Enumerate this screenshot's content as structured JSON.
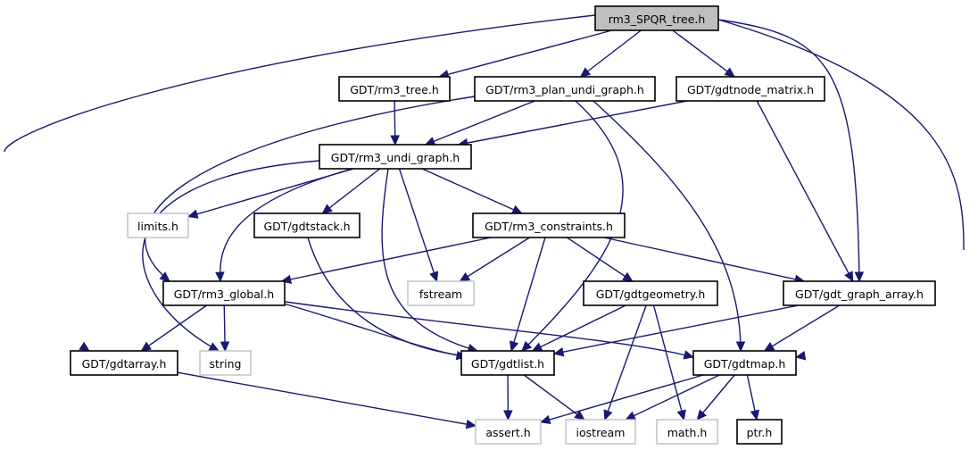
{
  "title": "rm3_SPQR_tree.h",
  "colors": {
    "edge": "#191970",
    "root_fill": "#bfbfbf",
    "node_border": "#000000",
    "external_border": "#bfbfbf"
  },
  "nodes": [
    {
      "id": "root",
      "label": "rm3_SPQR_tree.h",
      "kind": "root"
    },
    {
      "id": "rm3_tree",
      "label": "GDT/rm3_tree.h",
      "kind": "internal"
    },
    {
      "id": "rm3_plan_undi_graph",
      "label": "GDT/rm3_plan_undi_graph.h",
      "kind": "internal"
    },
    {
      "id": "gdtnode_matrix",
      "label": "GDT/gdtnode_matrix.h",
      "kind": "internal"
    },
    {
      "id": "rm3_undi_graph",
      "label": "GDT/rm3_undi_graph.h",
      "kind": "internal"
    },
    {
      "id": "limits",
      "label": "limits.h",
      "kind": "external"
    },
    {
      "id": "gdtstack",
      "label": "GDT/gdtstack.h",
      "kind": "internal"
    },
    {
      "id": "rm3_constraints",
      "label": "GDT/rm3_constraints.h",
      "kind": "internal"
    },
    {
      "id": "rm3_global",
      "label": "GDT/rm3_global.h",
      "kind": "internal"
    },
    {
      "id": "fstream",
      "label": "fstream",
      "kind": "external"
    },
    {
      "id": "gdtgeometry",
      "label": "GDT/gdtgeometry.h",
      "kind": "internal"
    },
    {
      "id": "gdt_graph_array",
      "label": "GDT/gdt_graph_array.h",
      "kind": "internal"
    },
    {
      "id": "gdtarray",
      "label": "GDT/gdtarray.h",
      "kind": "internal"
    },
    {
      "id": "string",
      "label": "string",
      "kind": "external"
    },
    {
      "id": "gdtlist",
      "label": "GDT/gdtlist.h",
      "kind": "internal"
    },
    {
      "id": "gdtmap",
      "label": "GDT/gdtmap.h",
      "kind": "internal"
    },
    {
      "id": "assert",
      "label": "assert.h",
      "kind": "external"
    },
    {
      "id": "iostream",
      "label": "iostream",
      "kind": "external"
    },
    {
      "id": "math",
      "label": "math.h",
      "kind": "external"
    },
    {
      "id": "ptr",
      "label": "ptr.h",
      "kind": "internal"
    }
  ],
  "edges": [
    [
      "root",
      "rm3_tree"
    ],
    [
      "root",
      "rm3_plan_undi_graph"
    ],
    [
      "root",
      "gdtnode_matrix"
    ],
    [
      "root",
      "gdtarray"
    ],
    [
      "root",
      "gdt_graph_array"
    ],
    [
      "root",
      "gdtmap"
    ],
    [
      "rm3_tree",
      "rm3_undi_graph"
    ],
    [
      "rm3_plan_undi_graph",
      "rm3_undi_graph"
    ],
    [
      "rm3_plan_undi_graph",
      "rm3_global"
    ],
    [
      "rm3_plan_undi_graph",
      "gdtlist"
    ],
    [
      "rm3_plan_undi_graph",
      "gdtmap"
    ],
    [
      "gdtnode_matrix",
      "rm3_undi_graph"
    ],
    [
      "gdtnode_matrix",
      "gdt_graph_array"
    ],
    [
      "rm3_undi_graph",
      "limits"
    ],
    [
      "rm3_undi_graph",
      "gdtstack"
    ],
    [
      "rm3_undi_graph",
      "rm3_constraints"
    ],
    [
      "rm3_undi_graph",
      "rm3_global"
    ],
    [
      "rm3_undi_graph",
      "fstream"
    ],
    [
      "rm3_undi_graph",
      "string"
    ],
    [
      "rm3_undi_graph",
      "gdtlist"
    ],
    [
      "gdtstack",
      "gdtlist"
    ],
    [
      "rm3_constraints",
      "rm3_global"
    ],
    [
      "rm3_constraints",
      "fstream"
    ],
    [
      "rm3_constraints",
      "gdtgeometry"
    ],
    [
      "rm3_constraints",
      "gdt_graph_array"
    ],
    [
      "rm3_constraints",
      "gdtlist"
    ],
    [
      "rm3_global",
      "gdtarray"
    ],
    [
      "rm3_global",
      "string"
    ],
    [
      "rm3_global",
      "gdtlist"
    ],
    [
      "rm3_global",
      "gdtmap"
    ],
    [
      "gdtgeometry",
      "gdtlist"
    ],
    [
      "gdtgeometry",
      "iostream"
    ],
    [
      "gdtgeometry",
      "math"
    ],
    [
      "gdt_graph_array",
      "gdtlist"
    ],
    [
      "gdt_graph_array",
      "gdtmap"
    ],
    [
      "gdtarray",
      "assert"
    ],
    [
      "gdtlist",
      "assert"
    ],
    [
      "gdtlist",
      "iostream"
    ],
    [
      "gdtmap",
      "assert"
    ],
    [
      "gdtmap",
      "iostream"
    ],
    [
      "gdtmap",
      "math"
    ],
    [
      "gdtmap",
      "ptr"
    ]
  ]
}
